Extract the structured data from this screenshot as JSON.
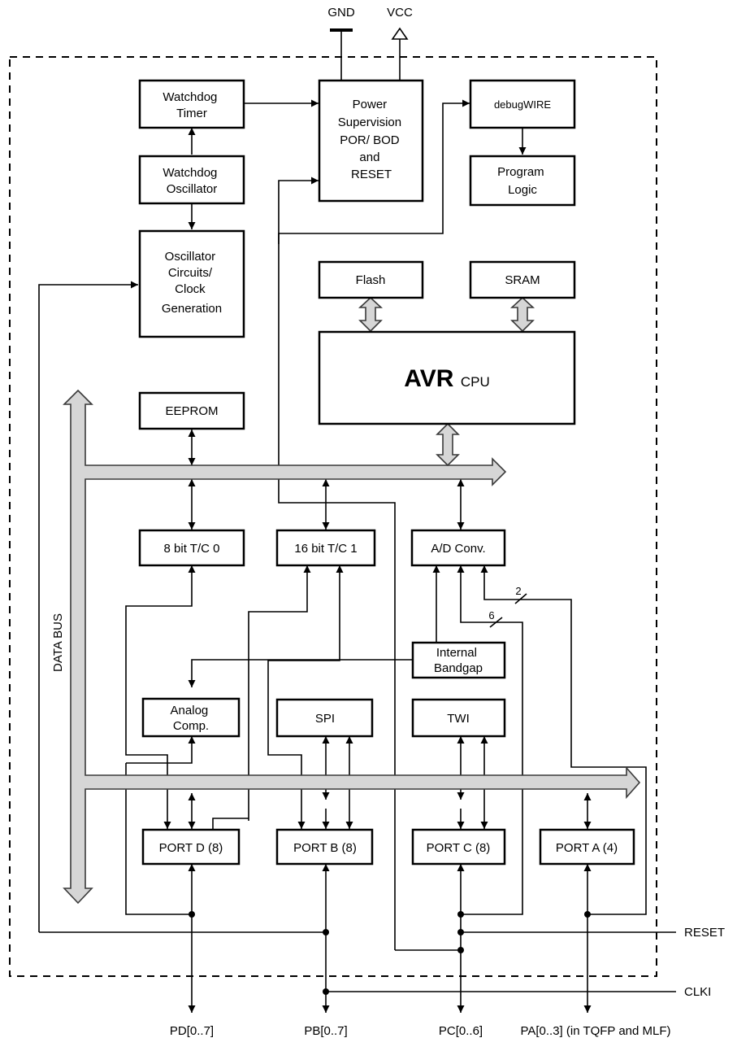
{
  "supply": {
    "gnd": "GND",
    "vcc": "VCC"
  },
  "blocks": {
    "watchdog_timer": [
      "Watchdog",
      "Timer"
    ],
    "watchdog_oscillator": [
      "Watchdog",
      "Oscillator"
    ],
    "oscillator": [
      "Oscillator",
      "Circuits/",
      "Clock",
      "Generation"
    ],
    "power": [
      "Power",
      "Supervision",
      "POR/ BOD",
      "and",
      "RESET"
    ],
    "debugwire": "debugWIRE",
    "program_logic": [
      "Program",
      "Logic"
    ],
    "flash": "Flash",
    "sram": "SRAM",
    "cpu_main": "AVR",
    "cpu_sub": "CPU",
    "eeprom": "EEPROM",
    "tc0": "8 bit T/C 0",
    "tc1": "16 bit T/C 1",
    "adc": "A/D Conv.",
    "bandgap": [
      "Internal",
      "Bandgap"
    ],
    "analog_comp": [
      "Analog",
      "Comp."
    ],
    "spi": "SPI",
    "twi": "TWI",
    "port_d": "PORT D (8)",
    "port_b": "PORT B (8)",
    "port_c": "PORT C (8)",
    "port_a": "PORT A (4)"
  },
  "data_bus": "DATA BUS",
  "bus_width_2": "2",
  "bus_width_6": "6",
  "signals": {
    "reset": "RESET",
    "clki": "CLKI"
  },
  "pins": {
    "pd": "PD[0..7]",
    "pb": "PB[0..7]",
    "pc": "PC[0..6]",
    "pa": "PA[0..3] (in TQFP and MLF)"
  }
}
